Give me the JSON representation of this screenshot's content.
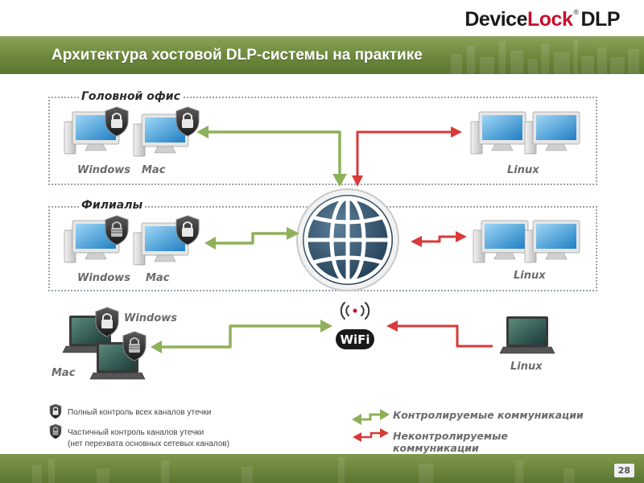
{
  "header": {
    "logo_word1": "Device",
    "logo_word2": "Lock",
    "logo_trademark": "®",
    "logo_word3": "DLP",
    "title": "Архитектура хостовой DLP-системы на практике"
  },
  "sections": {
    "head_office": "Головной офис",
    "branches": "Филиалы"
  },
  "os_labels": {
    "head_windows": "Windows",
    "head_mac": "Mac",
    "head_linux": "Linux",
    "branch_windows": "Windows",
    "branch_mac": "Mac",
    "branch_linux": "Linux",
    "mobile_windows": "Windows",
    "mobile_mac": "Mac",
    "mobile_linux": "Linux"
  },
  "wifi": {
    "label": "WiFi"
  },
  "legend": {
    "full_control": "Полный контроль всех каналов утечки",
    "partial_control_line1": "Частичный контроль каналов утечки",
    "partial_control_line2": "(нет перехвата основных сетевых каналов)",
    "controlled": "Контролируемые коммуникации",
    "uncontrolled_line1": "Неконтролируемые",
    "uncontrolled_line2": "коммуникации"
  },
  "footer": {
    "page_number": "28"
  },
  "colors": {
    "banner_green": "#6f8a3e",
    "controlled_arrow": "#8fb05a",
    "uncontrolled_arrow": "#d93a3a",
    "brand_red": "#c8102e",
    "globe_blue": "#2f4f66"
  }
}
